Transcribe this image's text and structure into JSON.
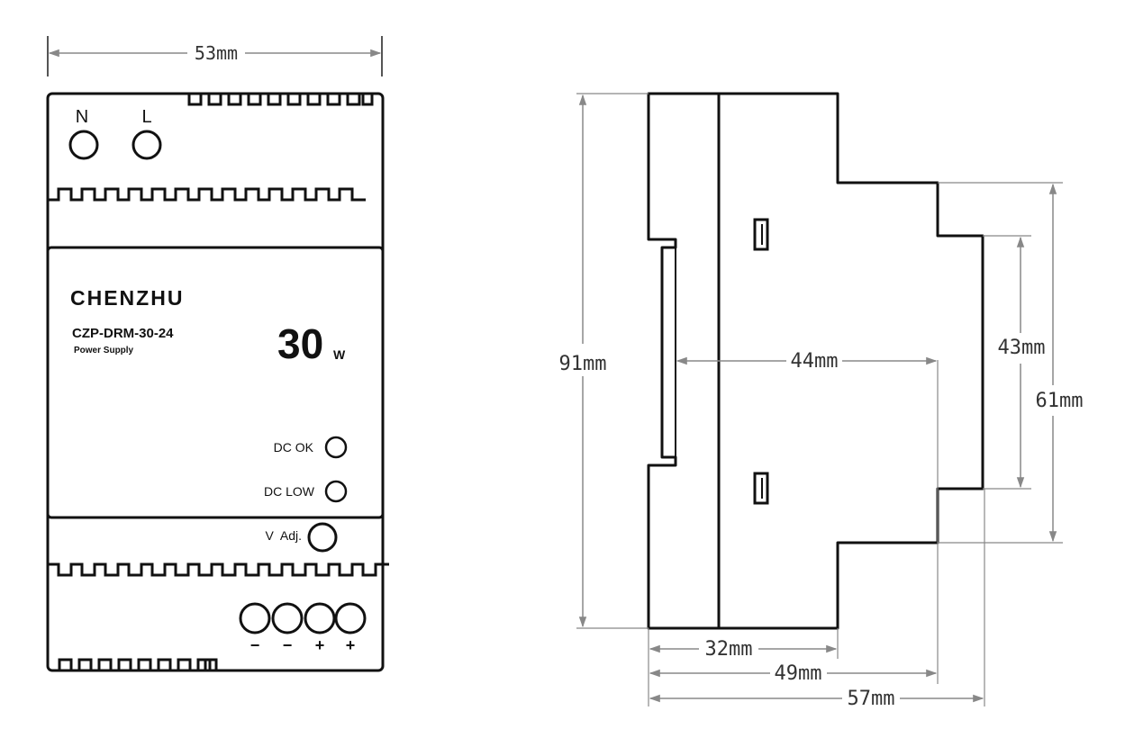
{
  "front": {
    "width_dim": "53mm",
    "terminal_in": {
      "n": "N",
      "l": "L"
    },
    "brand": "CHENZHU",
    "model": "CZP-DRM-30-24",
    "subtitle": "Power Supply",
    "power_value": "30",
    "power_unit": "W",
    "indicators": [
      {
        "label": "DC OK"
      },
      {
        "label": "DC LOW"
      }
    ],
    "adjust_label": "V  Adj.",
    "output_terminals": [
      "−",
      "−",
      "+",
      "+"
    ]
  },
  "side": {
    "height_total": "91mm",
    "rail_span": "61mm",
    "inner_height": "43mm",
    "inner_depth": "44mm",
    "depth_1": "32mm",
    "depth_2": "49mm",
    "depth_total": "57mm"
  },
  "colors": {
    "line": "#111111",
    "dim_line": "#888888",
    "dim_text": "#333333"
  }
}
